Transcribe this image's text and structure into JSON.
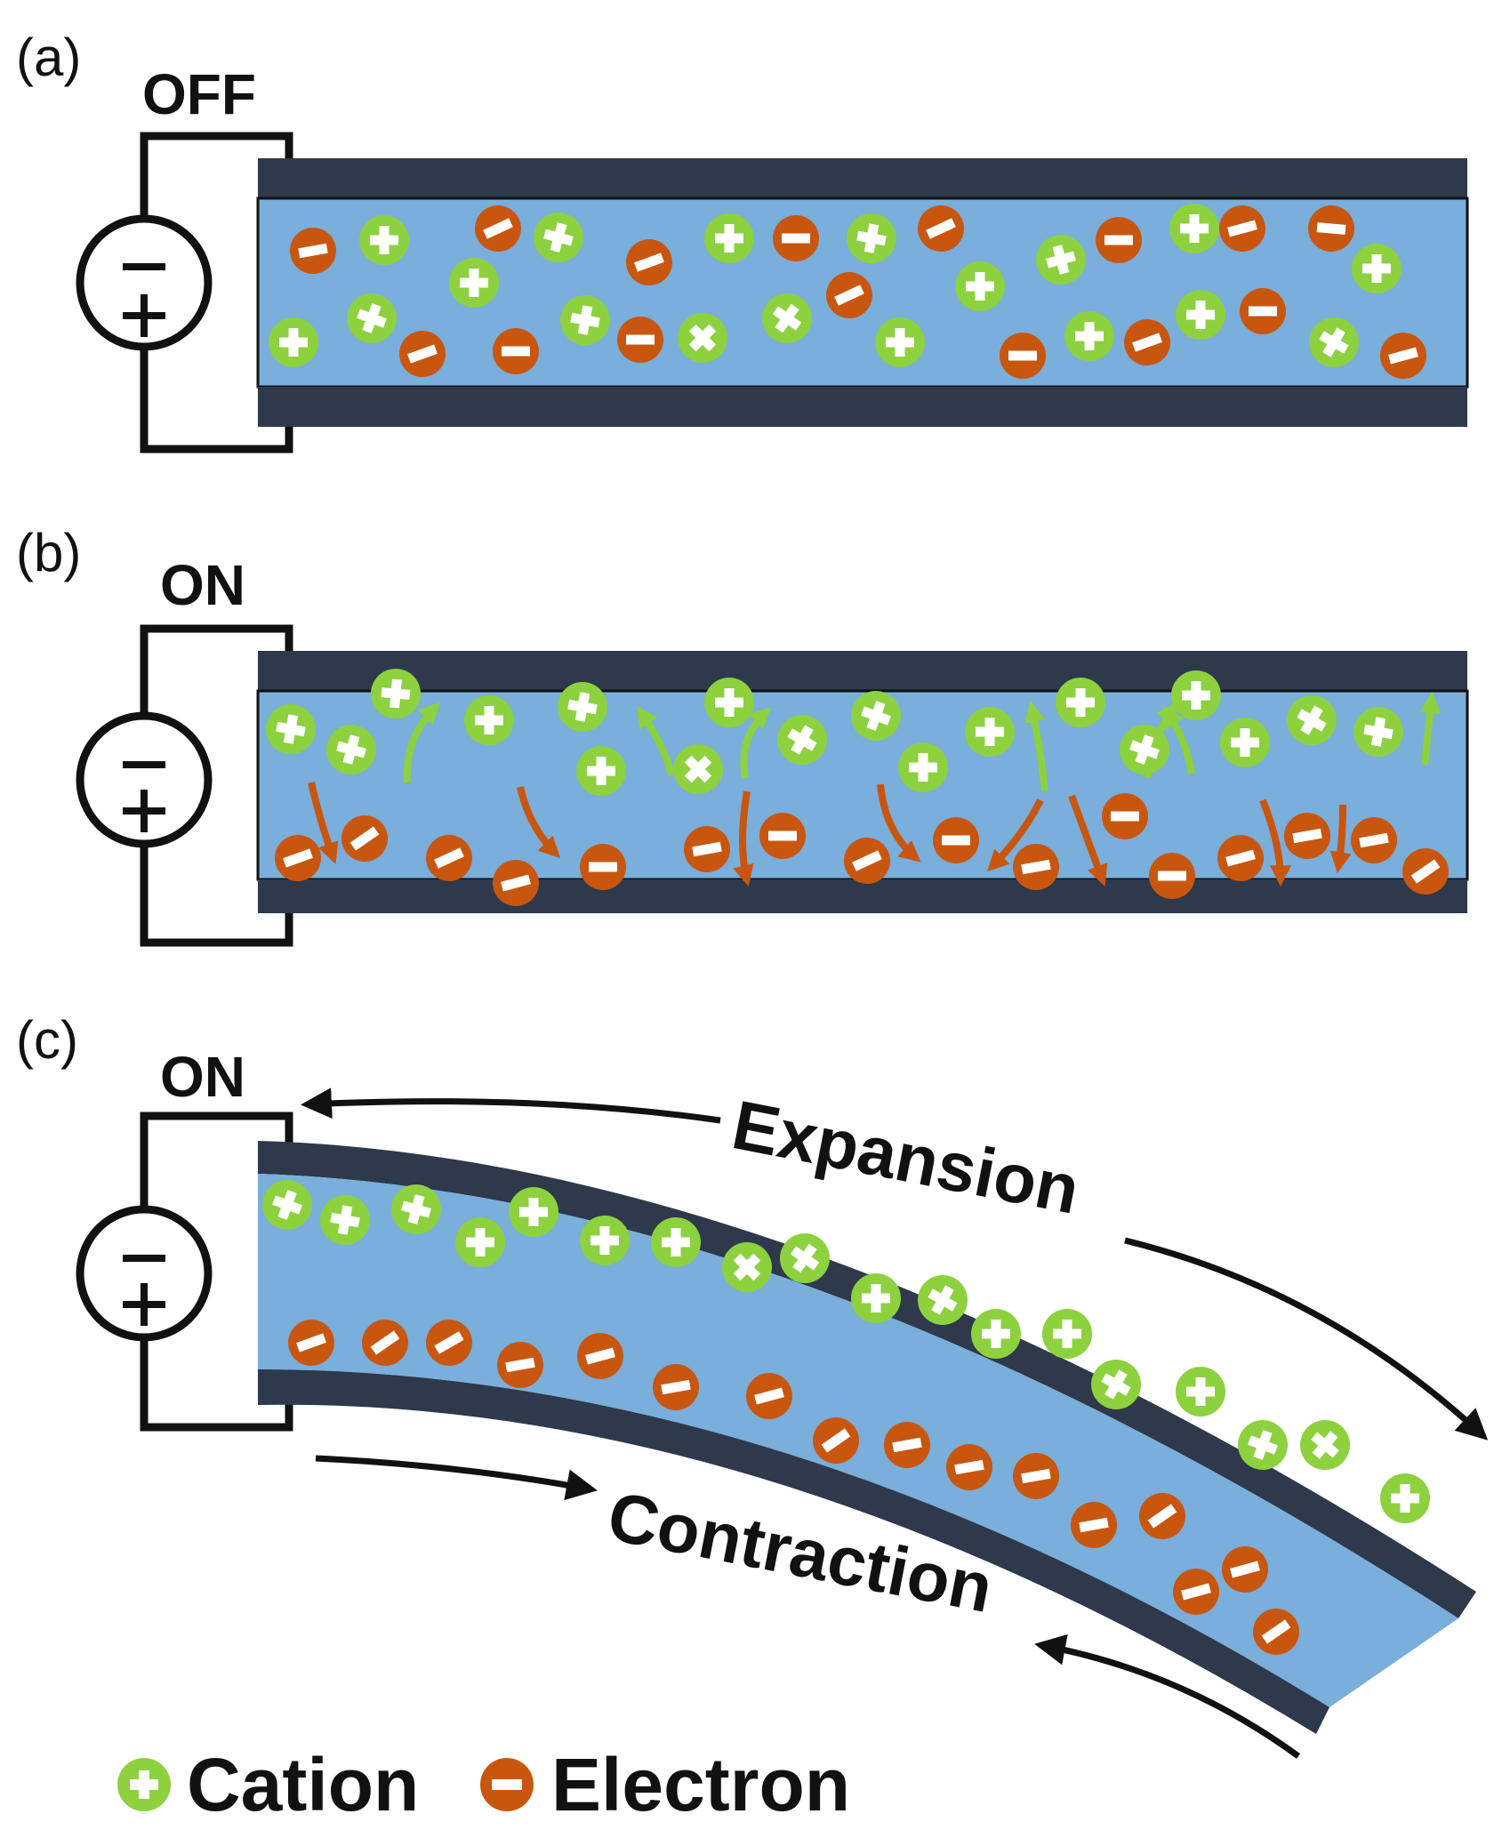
{
  "panels": [
    {
      "label": "(a)",
      "state": "OFF"
    },
    {
      "label": "(b)",
      "state": "ON"
    },
    {
      "label": "(c)",
      "state": "ON"
    }
  ],
  "bending": {
    "top": "Expansion",
    "bottom": "Contraction"
  },
  "legend": {
    "cation": "Cation",
    "electron": "Electron"
  },
  "colors": {
    "electrode": "#2e394c",
    "electrolyte": "#7aaedb",
    "cation": "#8dd13f",
    "electron": "#c9560f",
    "arrow": "#111111"
  }
}
